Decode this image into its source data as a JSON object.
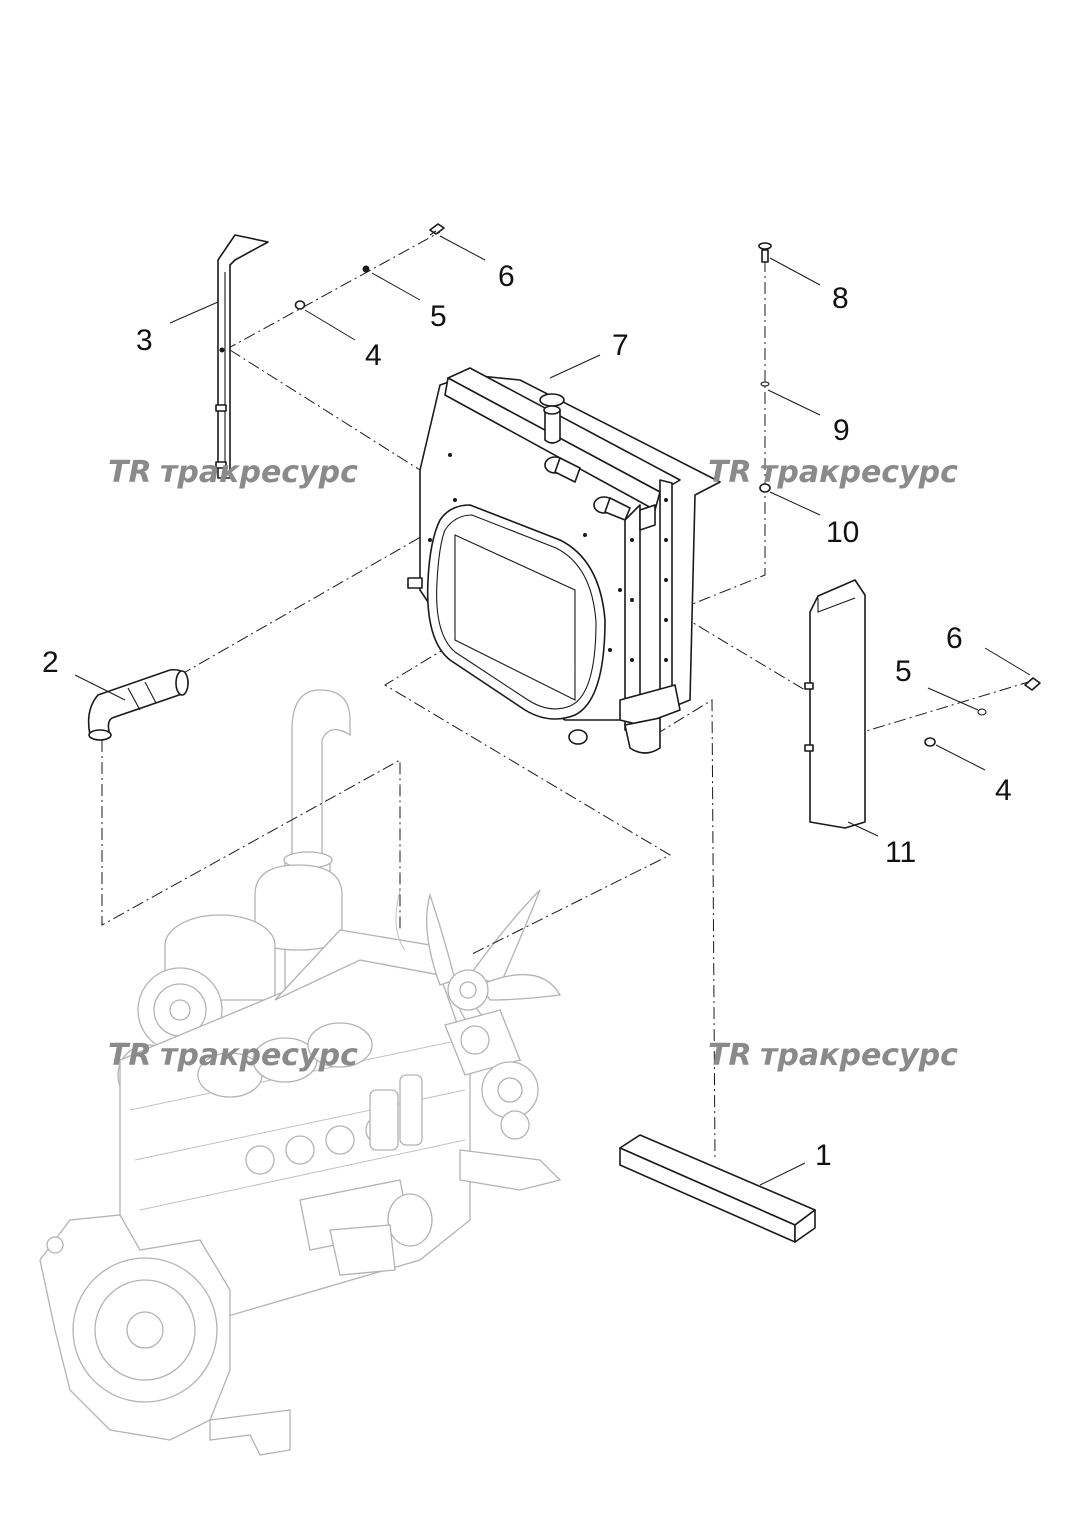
{
  "colors": {
    "line": "#1a1a1a",
    "ghost": "#b3b3b3",
    "watermark": "#8a8a8a",
    "background": "#ffffff"
  },
  "watermark": {
    "text": "тракресурс",
    "logo": "TR"
  },
  "callouts": {
    "c1": "1",
    "c2": "2",
    "c3": "3",
    "c4a": "4",
    "c4b": "4",
    "c5a": "5",
    "c5b": "5",
    "c6a": "6",
    "c6b": "6",
    "c7": "7",
    "c8": "8",
    "c9": "9",
    "c10": "10",
    "c11": "11"
  }
}
